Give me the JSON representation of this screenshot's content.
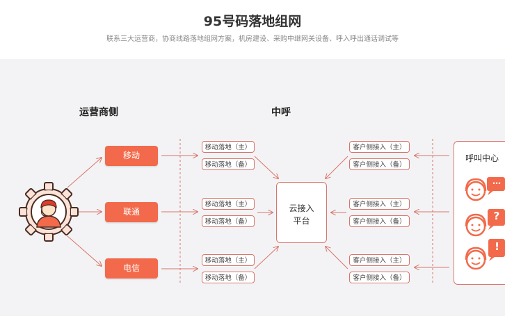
{
  "header": {
    "title": "95号码落地组网",
    "subtitle": "联系三大运营商，协商线路落地组网方案，机房建设、采购中继网关设备、呼入呼出通话调试等"
  },
  "columns": {
    "carrier_side": "运营商侧",
    "middle": "中呼"
  },
  "carriers": [
    "移动",
    "联通",
    "电信"
  ],
  "landing_tags": {
    "primary": "移动落地（主）",
    "backup": "移动落地（备）"
  },
  "customer_tags": {
    "primary": "客户侧接入（主）",
    "backup": "客户侧接入（备）"
  },
  "platform": {
    "line1": "云接入",
    "line2": "平台"
  },
  "call_center": {
    "title": "呼叫中心",
    "bubbles": [
      "…",
      "?",
      "!"
    ]
  },
  "colors": {
    "accent": "#f26a4b",
    "line": "#d8756a",
    "band": "#f3f3f5"
  },
  "icons": {
    "operator": "operator-gear-icon",
    "agent": "agent-headset-icon"
  }
}
